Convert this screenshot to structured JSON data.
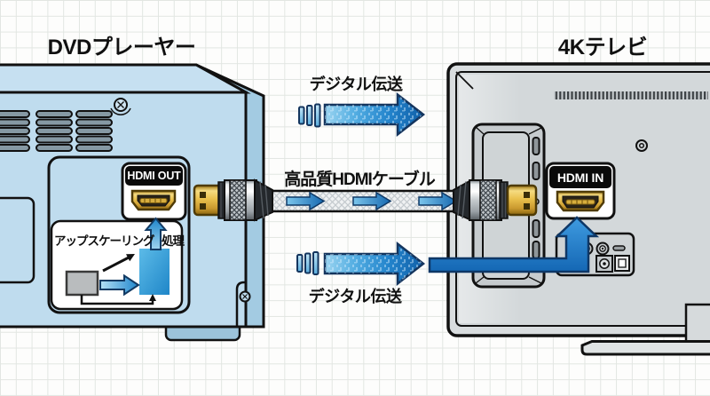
{
  "titles": {
    "dvd_player": "DVDプレーヤー",
    "tv": "4Kテレビ"
  },
  "annotations": {
    "digital_transfer_top": "デジタル伝送",
    "digital_transfer_bottom": "デジタル伝送",
    "cable_label": "高品質HDMIケーブル"
  },
  "ports": {
    "hdmi_out": "HDMI OUT",
    "hdmi_in": "HDMI IN"
  },
  "process": {
    "upscaling": "アップスケーリング",
    "processing": "処理"
  },
  "colors": {
    "signal_blue": "#1f7ccc",
    "signal_outline": "#14355e",
    "player_body_blue": "#bfdcee",
    "tv_body_gray": "#d9dddf",
    "connector_gold": "#e3b33c",
    "process_fill_blue": "#2f9fd8",
    "port_label_bg": "#0a0a0a"
  },
  "icons": {
    "hdmi_out_port": "hdmi-port-icon",
    "hdmi_in_port": "hdmi-port-icon",
    "screws": "screw-icon",
    "rca_ports": "rca-port-icon",
    "optical_port": "optical-port-icon"
  }
}
